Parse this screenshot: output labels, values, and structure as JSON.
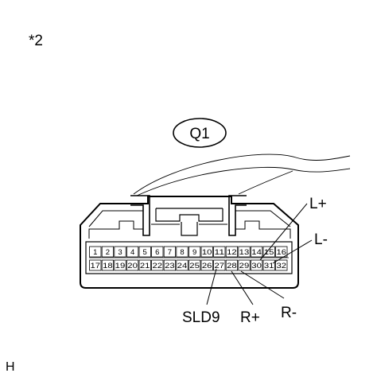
{
  "figure": {
    "note_label": "*2",
    "footer_label": "H"
  },
  "connector": {
    "id": "Q1",
    "pins_top": [
      "1",
      "2",
      "3",
      "4",
      "5",
      "6",
      "7",
      "8",
      "9",
      "10",
      "11",
      "12",
      "13",
      "14",
      "15",
      "16"
    ],
    "pins_bottom": [
      "17",
      "18",
      "19",
      "20",
      "21",
      "22",
      "23",
      "24",
      "25",
      "26",
      "27",
      "28",
      "29",
      "30",
      "31",
      "32"
    ]
  },
  "callouts": {
    "l_plus": "L+",
    "l_minus": "L-",
    "sld9": "SLD9",
    "r_plus": "R+",
    "r_minus": "R-"
  }
}
